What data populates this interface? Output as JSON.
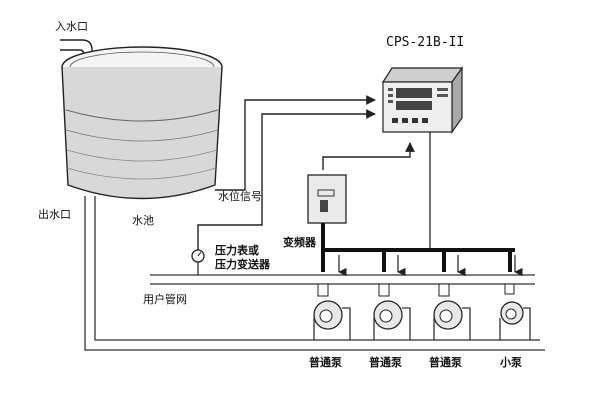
{
  "controller": {
    "model": "CPS-21B-II"
  },
  "labels": {
    "inlet": "入水口",
    "outlet": "出水口",
    "tank": "水池",
    "level_signal": "水位信号",
    "pressure_line1": "压力表或",
    "pressure_line2": "压力变送器",
    "inverter": "变频器",
    "user_network": "用户管网"
  },
  "pumps": [
    {
      "label": "普通泵"
    },
    {
      "label": "普通泵"
    },
    {
      "label": "普通泵"
    },
    {
      "label": "小泵"
    }
  ]
}
